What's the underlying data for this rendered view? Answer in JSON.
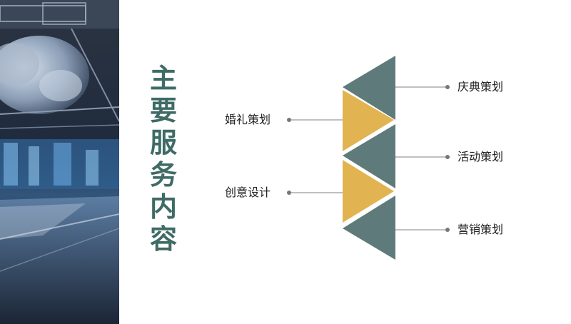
{
  "title_chars": [
    "主",
    "要",
    "服",
    "务",
    "内",
    "容"
  ],
  "colors": {
    "title": "#3f6b66",
    "teal_triangle": "#5f7a7a",
    "gold_triangle": "#e1b451",
    "connector": "#9a9a9a",
    "label": "#222222"
  },
  "left_items": [
    {
      "label": "婚礼策划"
    },
    {
      "label": "创意设计"
    }
  ],
  "right_items": [
    {
      "label": "庆典策划"
    },
    {
      "label": "活动策划"
    },
    {
      "label": "营销策划"
    }
  ],
  "photo_description_icon": "wedding-venue-photo"
}
